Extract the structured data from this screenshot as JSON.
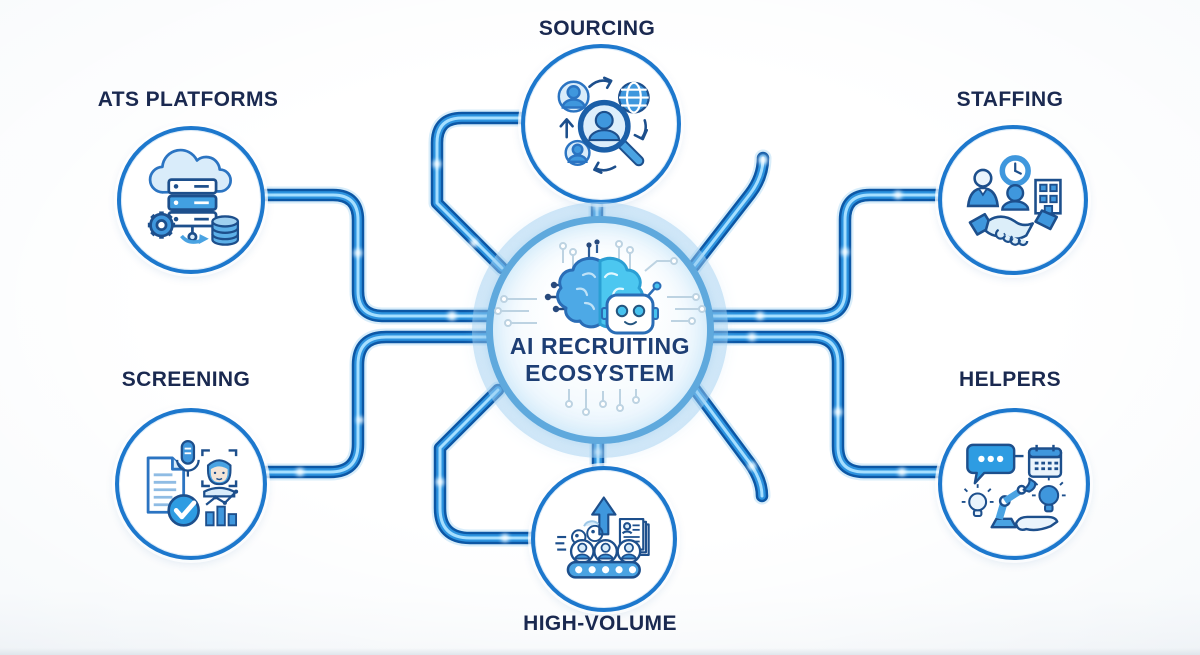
{
  "diagram": {
    "title_line1": "AI RECRUITING",
    "title_line2": "ECOSYSTEM",
    "center_icon": "ai-brain-robot-icon"
  },
  "nodes": {
    "sourcing": {
      "label": "SOURCING",
      "icon": "magnifier-people-globe-icon"
    },
    "ats": {
      "label": "ATS PLATFORMS",
      "icon": "cloud-server-database-gear-icon"
    },
    "staffing": {
      "label": "STAFFING",
      "icon": "handshake-clock-building-icon"
    },
    "screening": {
      "label": "SCREENING",
      "icon": "resume-mic-face-check-chart-icon"
    },
    "helpers": {
      "label": "HELPERS",
      "icon": "chat-calendar-robot-arm-bulb-icon"
    },
    "high_volume": {
      "label": "HIGH-VOLUME",
      "icon": "conveyor-candidates-arrow-docs-icon"
    }
  },
  "colors": {
    "tube_dark": "#0c57a5",
    "tube_mid": "#2d93df",
    "tube_highlight": "#a5dfff",
    "circle_border": "#1d78cd",
    "label_text": "#1a2950",
    "title_text": "#1d3e74",
    "icon_fill": "#3f97dd",
    "icon_light": "#d9ecfa",
    "background": "#f7f9fb"
  }
}
